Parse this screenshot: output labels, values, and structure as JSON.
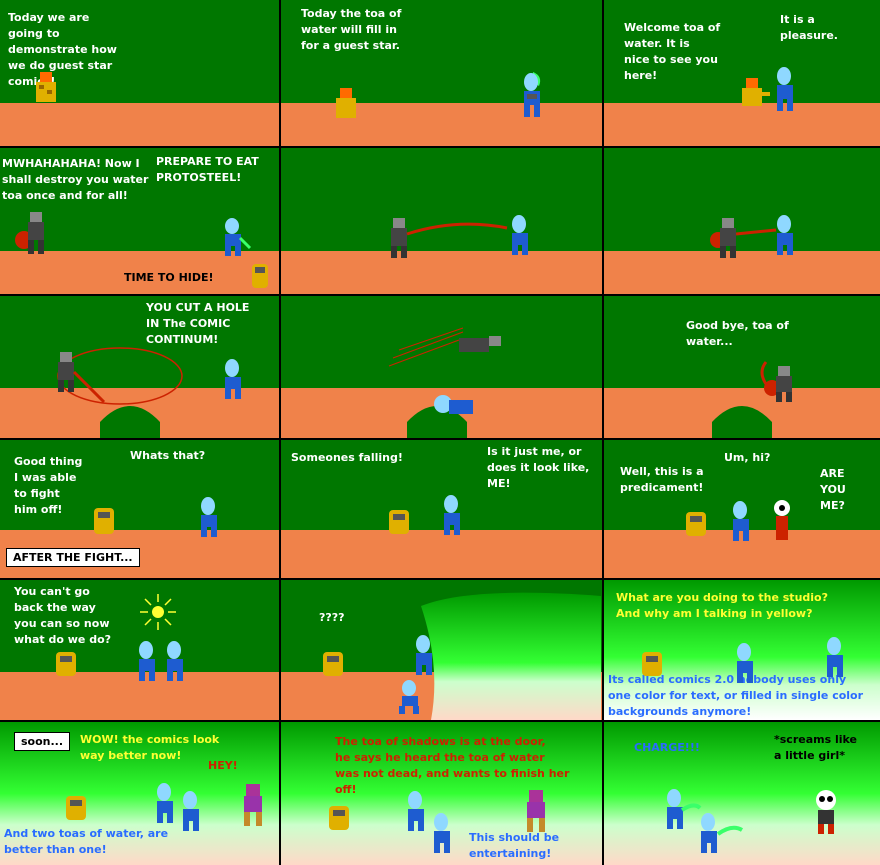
{
  "colors": {
    "sky_green": "#007700",
    "ground_orange": "#f0824a",
    "panel_border": "#000000",
    "water_toa": "#3a8cff",
    "gold_host": "#e0b000",
    "shadow_red": "#cc2200"
  },
  "panels": [
    {
      "id": "p1",
      "bubbles": [
        {
          "text": "Today we are\ngoing to\ndemonstrate how\nwe do guest star\ncomics!",
          "style": ""
        }
      ]
    },
    {
      "id": "p2",
      "bubbles": [
        {
          "text": "Today the toa of\nwater will fill in\nfor a guest star.",
          "style": ""
        }
      ]
    },
    {
      "id": "p3",
      "bubbles": [
        {
          "text": "Welcome toa of\nwater. It is\nnice to see you\nhere!",
          "style": ""
        },
        {
          "text": "It is a\npleasure.",
          "style": ""
        }
      ]
    },
    {
      "id": "p4",
      "bubbles": [
        {
          "text": "MWHAHAHAHA! Now I\nshall destroy you water\ntoa once and for all!",
          "style": ""
        },
        {
          "text": "PREPARE TO EAT\nPROTOSTEEL!",
          "style": ""
        },
        {
          "text": "TIME TO HIDE!",
          "style": "dark"
        }
      ]
    },
    {
      "id": "p5",
      "bubbles": []
    },
    {
      "id": "p6",
      "bubbles": []
    },
    {
      "id": "p7",
      "bubbles": [
        {
          "text": "YOU CUT A HOLE\nIN The COMIC\nCONTINUM!",
          "style": ""
        }
      ]
    },
    {
      "id": "p8",
      "bubbles": []
    },
    {
      "id": "p9",
      "bubbles": [
        {
          "text": "Good bye, toa of\nwater...",
          "style": ""
        }
      ]
    },
    {
      "id": "p10",
      "bubbles": [
        {
          "text": "Good thing\nI was able\nto fight\nhim off!",
          "style": ""
        },
        {
          "text": "Whats that?",
          "style": ""
        }
      ],
      "caption": "AFTER THE FIGHT..."
    },
    {
      "id": "p11",
      "bubbles": [
        {
          "text": "Someones falling!",
          "style": ""
        },
        {
          "text": "Is it just me, or\ndoes it look like,\nME!",
          "style": ""
        }
      ]
    },
    {
      "id": "p12",
      "bubbles": [
        {
          "text": "Well, this is a\npredicament!",
          "style": ""
        },
        {
          "text": "Um, hi?",
          "style": ""
        },
        {
          "text": "ARE\nYOU\nME?",
          "style": ""
        }
      ]
    },
    {
      "id": "p13",
      "bubbles": [
        {
          "text": "You can't go\nback the way\nyou can so now\nwhat do we do?",
          "style": ""
        }
      ]
    },
    {
      "id": "p14",
      "bubbles": [
        {
          "text": "????",
          "style": ""
        }
      ]
    },
    {
      "id": "p15",
      "bubbles": [
        {
          "text": "What are you doing to the studio?\nAnd why am I talking in yellow?",
          "style": "yellow"
        },
        {
          "text": "Its called comics 2.0      nobody uses only\none color for text, or filled in single color\nbackgrounds anymore!",
          "style": "blue"
        }
      ]
    },
    {
      "id": "p16",
      "bubbles": [
        {
          "text": "WOW! the comics look\nway better now!",
          "style": "yellow"
        },
        {
          "text": "HEY!",
          "style": "red"
        },
        {
          "text": "And two toas of water, are\nbetter than one!",
          "style": "blue"
        }
      ],
      "caption": "soon..."
    },
    {
      "id": "p17",
      "bubbles": [
        {
          "text": "The toa of shadows is at the door,\nhe says he heard the toa of water\nwas not dead, and wants to finish her\noff!",
          "style": "red"
        },
        {
          "text": "This should be\nentertaining!",
          "style": "blue"
        }
      ]
    },
    {
      "id": "p18",
      "bubbles": [
        {
          "text": "CHARGE!!!",
          "style": "blue"
        },
        {
          "text": "*screams like\na little girl*",
          "style": "dark"
        }
      ]
    }
  ]
}
